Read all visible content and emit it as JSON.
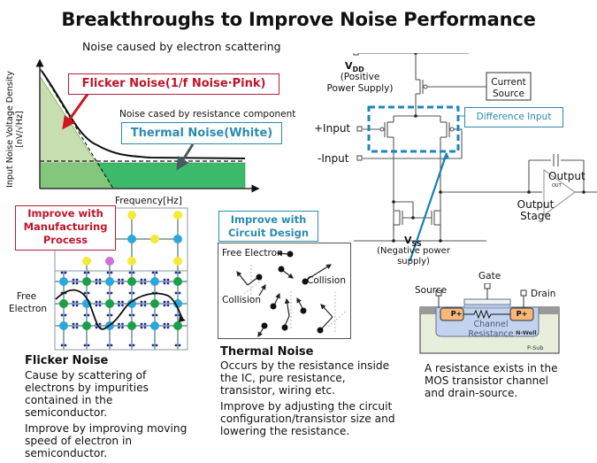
{
  "title": "Breakthroughs to Improve Noise Performance",
  "subtitle": "Noise caused by electron scattering",
  "noise_graph": {
    "ylabel_line1": "Input Noise Voltage Density",
    "ylabel_line2": "[nV/√Hz]",
    "xlabel": "Frequency[Hz]",
    "flicker_label": "Flicker Noise(1/f Noise·Pink)",
    "thermal_caption": "Noise cased by resistance component",
    "thermal_label": "Thermal Noise(White)",
    "colors": {
      "flicker_fill": "#c9dcae",
      "thermal_fill": "#3cba6c",
      "flicker_arrow": "#d0161e",
      "thermal_arrow": "#4a5a60"
    }
  },
  "lattice": {
    "callout": "Improve with Manufacturing Process",
    "free_electron_label": "Free Electron"
  },
  "collision_box": {
    "callout": "Improve with Circuit Design",
    "free_electron_label": "Free Electron",
    "collision_label_1": "Collision",
    "collision_label_2": "Collision"
  },
  "circuit": {
    "vdd_label": "V",
    "vdd_sub": "DD",
    "vdd_desc_1": "(Positive",
    "vdd_desc_2": "Power Supply)",
    "current_source_1": "Current",
    "current_source_2": "Source",
    "difference_input": "Difference Input",
    "plus_input": "+Input",
    "minus_input": "-Input",
    "output_label": "Output",
    "out_pin": "OUT",
    "output_stage_1": "Output",
    "output_stage_2": "Stage",
    "vss_label": "V",
    "vss_sub": "SS",
    "vss_desc_1": "(Negative power",
    "vss_desc_2": "supply)"
  },
  "mos": {
    "source": "Source",
    "gate": "Gate",
    "drain": "Drain",
    "p_plus": "P+",
    "channel_1": "Channel",
    "channel_2": "Resistance",
    "n_well": "N-Well",
    "p_sub": "P-Sub",
    "caption": "A resistance exists in the MOS transistor channel and drain-source."
  },
  "flicker_section": {
    "heading": "Flicker Noise",
    "para1": "Cause by scattering of electrons by impurities contained in the semiconductor.",
    "para2": "Improve by improving moving speed of electron in semiconductor."
  },
  "thermal_section": {
    "heading": "Thermal  Noise",
    "para1": "Occurs by the resistance inside the IC, pure resistance, transistor, wiring etc.",
    "para2": "Improve by adjusting the circuit configuration/transistor size and lowering the resistance."
  }
}
